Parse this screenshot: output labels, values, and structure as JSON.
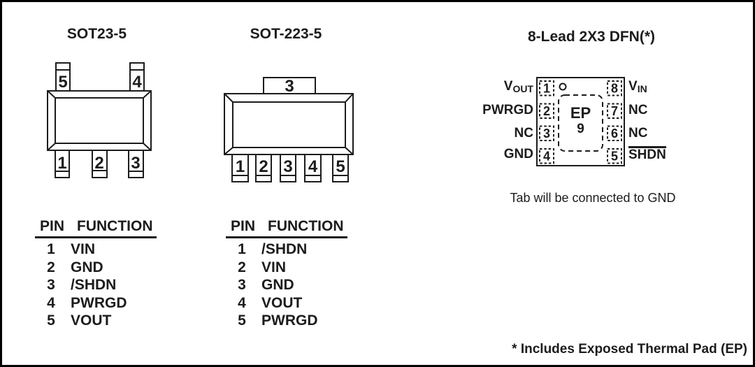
{
  "sot23": {
    "title": "SOT23-5",
    "pins": {
      "p1": "1",
      "p2": "2",
      "p3": "3",
      "p4": "4",
      "p5": "5"
    },
    "table": {
      "col_pin": "PIN",
      "col_function": "FUNCTION",
      "rows": [
        {
          "pin": "1",
          "fn": "VIN"
        },
        {
          "pin": "2",
          "fn": "GND"
        },
        {
          "pin": "3",
          "fn": "/SHDN"
        },
        {
          "pin": "4",
          "fn": "PWRGD"
        },
        {
          "pin": "5",
          "fn": "VOUT"
        }
      ]
    }
  },
  "sot223": {
    "title": "SOT-223-5",
    "tab_pin": "3",
    "pins": {
      "p1": "1",
      "p2": "2",
      "p3": "3",
      "p4": "4",
      "p5": "5"
    },
    "table": {
      "col_pin": "PIN",
      "col_function": "FUNCTION",
      "rows": [
        {
          "pin": "1",
          "fn": "/SHDN"
        },
        {
          "pin": "2",
          "fn": "VIN"
        },
        {
          "pin": "3",
          "fn": "GND"
        },
        {
          "pin": "4",
          "fn": "VOUT"
        },
        {
          "pin": "5",
          "fn": "PWRGD"
        }
      ]
    }
  },
  "dfn": {
    "title": "8-Lead 2X3 DFN(*)",
    "ep_label": "EP",
    "ep_pin": "9",
    "left_pins": [
      {
        "num": "1",
        "label": "V",
        "sub": "OUT"
      },
      {
        "num": "2",
        "label": "PWRGD"
      },
      {
        "num": "3",
        "label": "NC"
      },
      {
        "num": "4",
        "label": "GND"
      }
    ],
    "right_pins": [
      {
        "num": "8",
        "label": "V",
        "sub": "IN"
      },
      {
        "num": "7",
        "label": "NC"
      },
      {
        "num": "6",
        "label": "NC"
      },
      {
        "num": "5",
        "label": "SHDN"
      }
    ],
    "tab_note": "Tab will be connected to GND"
  },
  "footnote": "* Includes Exposed Thermal Pad (EP)",
  "colors": {
    "ink": "#1c1c1c",
    "background": "#ffffff"
  }
}
